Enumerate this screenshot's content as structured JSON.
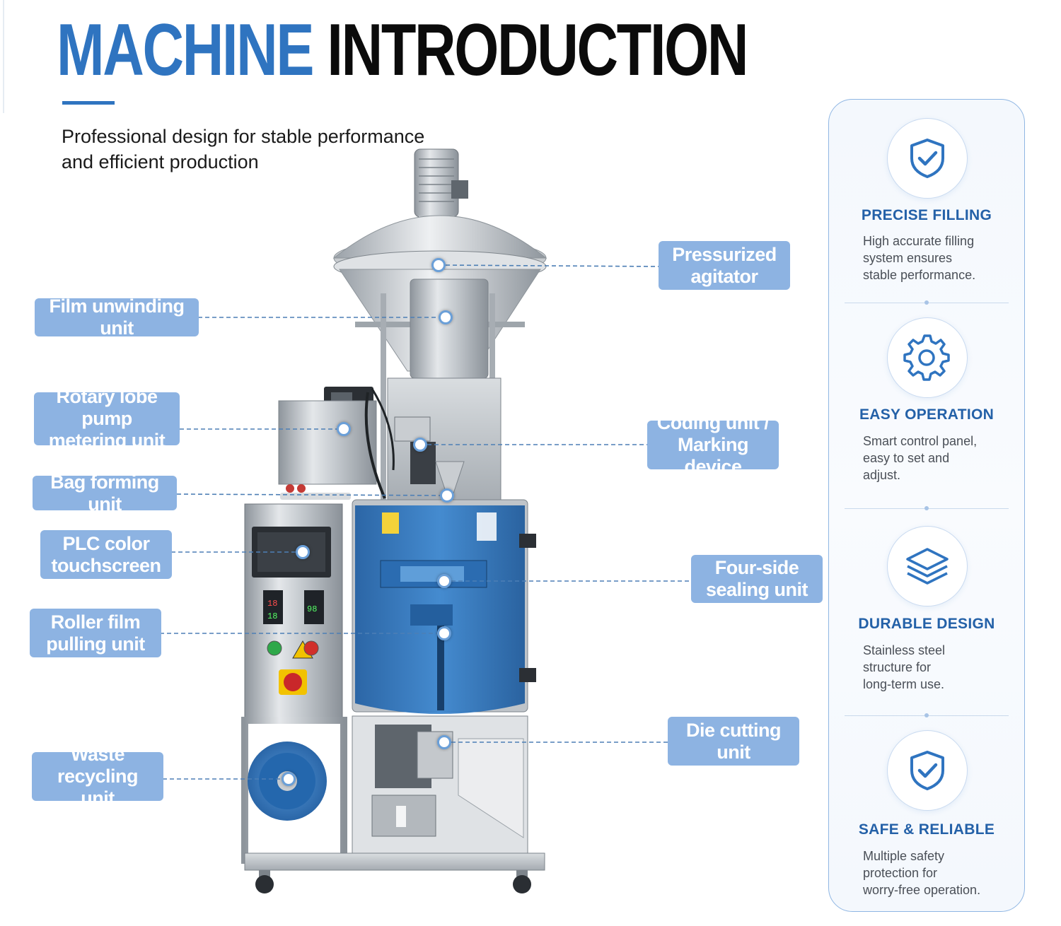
{
  "header": {
    "title_blue": "MACHINE",
    "title_black": "INTRODUCTION",
    "subtitle_line1": "Professional design for stable performance",
    "subtitle_line2": "and efficient production"
  },
  "callouts": {
    "pressurized_agitator": [
      "Pressurized",
      "agitator"
    ],
    "film_unwinding": "Film unwinding unit",
    "rotary_lobe_pump": [
      "Rotary lobe pump",
      "metering unit"
    ],
    "coding_unit": [
      "Coding unit /",
      "Marking device"
    ],
    "bag_forming": "Bag forming unit",
    "plc_touchscreen": [
      "PLC color",
      "touchscreen"
    ],
    "four_side_sealing": [
      "Four-side",
      "sealing unit"
    ],
    "roller_film_pulling": [
      "Roller film",
      "pulling unit"
    ],
    "die_cutting": "Die cutting unit",
    "waste_recycling": [
      "Waste recycling",
      "unit"
    ]
  },
  "features": [
    {
      "icon": "shield-check-icon",
      "title": "PRECISE FILLING",
      "desc": [
        "High accurate filling",
        "system ensures",
        "stable performance."
      ]
    },
    {
      "icon": "gear-icon",
      "title": "EASY OPERATION",
      "desc": [
        "Smart control panel,",
        "easy to set and",
        "adjust."
      ]
    },
    {
      "icon": "layers-icon",
      "title": "DURABLE DESIGN",
      "desc": [
        "Stainless steel",
        "structure for",
        "long-term use."
      ]
    },
    {
      "icon": "shield-check-icon",
      "title": "SAFE & RELIABLE",
      "desc": [
        "Multiple safety",
        "protection for",
        "worry-free operation."
      ]
    }
  ],
  "colors": {
    "accent_blue": "#2f74c0",
    "label_blue": "#8db3e2",
    "feature_title": "#2461a8",
    "panel_border": "#8fb6e3"
  }
}
